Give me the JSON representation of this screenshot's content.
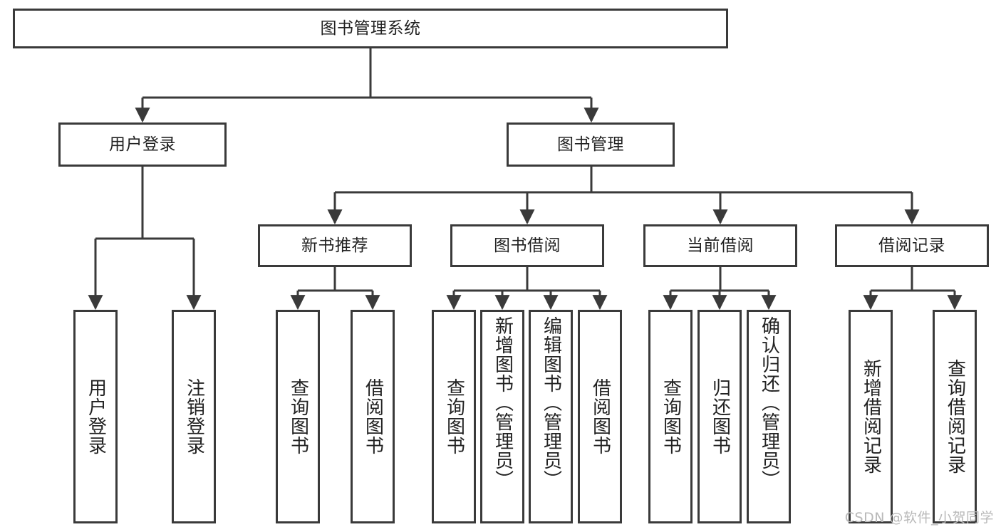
{
  "diagram": {
    "type": "tree",
    "title": "图书管理系统",
    "watermark": "CSDN @软件_小贺同学",
    "root": {
      "label": "图书管理系统"
    },
    "level2": [
      {
        "id": "user-login",
        "label": "用户登录"
      },
      {
        "id": "book-manage",
        "label": "图书管理"
      }
    ],
    "level3": [
      {
        "id": "new-book-rec",
        "label": "新书推荐",
        "parent": "book-manage"
      },
      {
        "id": "book-borrow",
        "label": "图书借阅",
        "parent": "book-manage"
      },
      {
        "id": "current-borrow",
        "label": "当前借阅",
        "parent": "book-manage"
      },
      {
        "id": "borrow-record",
        "label": "借阅记录",
        "parent": "book-manage"
      }
    ],
    "leaves": [
      {
        "id": "leaf-user-login",
        "label": "用户登录",
        "parent": "user-login"
      },
      {
        "id": "leaf-logout-login",
        "label": "注销登录",
        "parent": "user-login"
      },
      {
        "id": "leaf-query-book-1",
        "label": "查询图书",
        "parent": "new-book-rec"
      },
      {
        "id": "leaf-borrow-book-1",
        "label": "借阅图书",
        "parent": "new-book-rec"
      },
      {
        "id": "leaf-query-book-2",
        "label": "查询图书",
        "parent": "book-borrow"
      },
      {
        "id": "leaf-add-book",
        "label": "新增图书（管理员）",
        "parent": "book-borrow"
      },
      {
        "id": "leaf-edit-book",
        "label": "编辑图书（管理员）",
        "parent": "book-borrow"
      },
      {
        "id": "leaf-borrow-book-2",
        "label": "借阅图书",
        "parent": "book-borrow"
      },
      {
        "id": "leaf-query-book-3",
        "label": "查询图书",
        "parent": "current-borrow"
      },
      {
        "id": "leaf-return-book",
        "label": "归还图书",
        "parent": "current-borrow"
      },
      {
        "id": "leaf-confirm-return",
        "label": "确认归还（管理员）",
        "parent": "current-borrow"
      },
      {
        "id": "leaf-add-record",
        "label": "新增借阅记录",
        "parent": "borrow-record"
      },
      {
        "id": "leaf-query-record",
        "label": "查询借阅记录",
        "parent": "borrow-record"
      }
    ],
    "colors": {
      "stroke": "#3a3a3a",
      "background": "#ffffff",
      "text": "#222222",
      "watermark": "#b9b9b9"
    }
  }
}
